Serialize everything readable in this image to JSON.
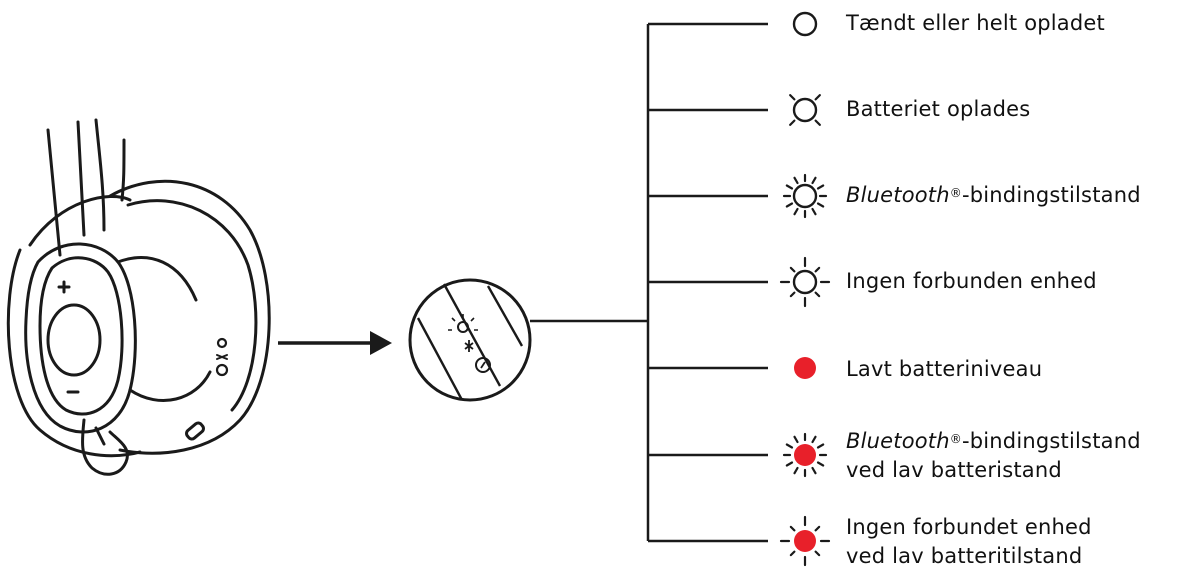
{
  "legend": [
    {
      "id": "on",
      "label": "Tændt eller helt opladet",
      "led": "solid-ring",
      "color": "#ffffff"
    },
    {
      "id": "charging",
      "label": "Batteriet oplades",
      "led": "ring-short-rays",
      "color": "#ffffff"
    },
    {
      "id": "pairing",
      "brand": "Bluetooth",
      "mark": "®",
      "label": "-bindingstilstand",
      "led": "ring-many-rays",
      "color": "#ffffff"
    },
    {
      "id": "no-device",
      "label": "Ingen forbunden enhed",
      "led": "ring-cross-rays",
      "color": "#ffffff"
    },
    {
      "id": "low-battery",
      "label": "Lavt batteriniveau",
      "led": "filled-dot",
      "color": "#e8202a"
    },
    {
      "id": "pairing-low",
      "brand": "Bluetooth",
      "mark": "®",
      "label": "-bindingstilstand",
      "label2": "ved lav batteristand",
      "led": "dot-many-rays",
      "color": "#e8202a"
    },
    {
      "id": "no-device-low",
      "label": "Ingen forbundet enhed",
      "label2": "ved lav batteritilstand",
      "led": "dot-cross-rays",
      "color": "#e8202a"
    }
  ],
  "colors": {
    "line": "#1a1a1a",
    "led_red": "#e8202a",
    "background": "#ffffff"
  }
}
